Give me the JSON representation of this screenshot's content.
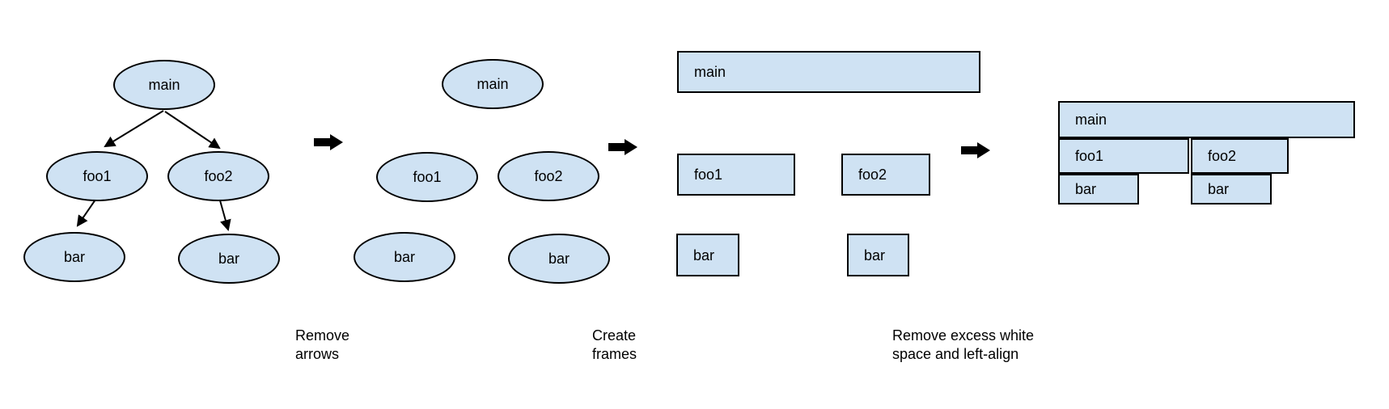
{
  "colors": {
    "background": "#ffffff",
    "node_fill": "#cfe2f3",
    "node_stroke": "#000000",
    "arrow_color": "#000000",
    "text_color": "#000000"
  },
  "diagram": {
    "steps": [
      {
        "name": "call-tree-with-arrows",
        "shape": "ellipse",
        "nodes": [
          {
            "label": "main"
          },
          {
            "label": "foo1"
          },
          {
            "label": "foo2"
          },
          {
            "label": "bar"
          },
          {
            "label": "bar"
          }
        ]
      },
      {
        "name": "arrows-removed",
        "shape": "ellipse",
        "nodes": [
          {
            "label": "main"
          },
          {
            "label": "foo1"
          },
          {
            "label": "foo2"
          },
          {
            "label": "bar"
          },
          {
            "label": "bar"
          }
        ]
      },
      {
        "name": "frames-created",
        "shape": "rect",
        "nodes": [
          {
            "label": "main"
          },
          {
            "label": "foo1"
          },
          {
            "label": "foo2"
          },
          {
            "label": "bar"
          },
          {
            "label": "bar"
          }
        ]
      },
      {
        "name": "flame-graph",
        "shape": "rect",
        "nodes": [
          {
            "label": "main"
          },
          {
            "label": "foo1"
          },
          {
            "label": "foo2"
          },
          {
            "label": "bar"
          },
          {
            "label": "bar"
          }
        ]
      }
    ],
    "captions": [
      {
        "lines": [
          "Remove",
          "arrows"
        ]
      },
      {
        "lines": [
          "Create",
          "frames"
        ]
      },
      {
        "lines": [
          "Remove excess white",
          "space and left-align"
        ]
      }
    ]
  }
}
